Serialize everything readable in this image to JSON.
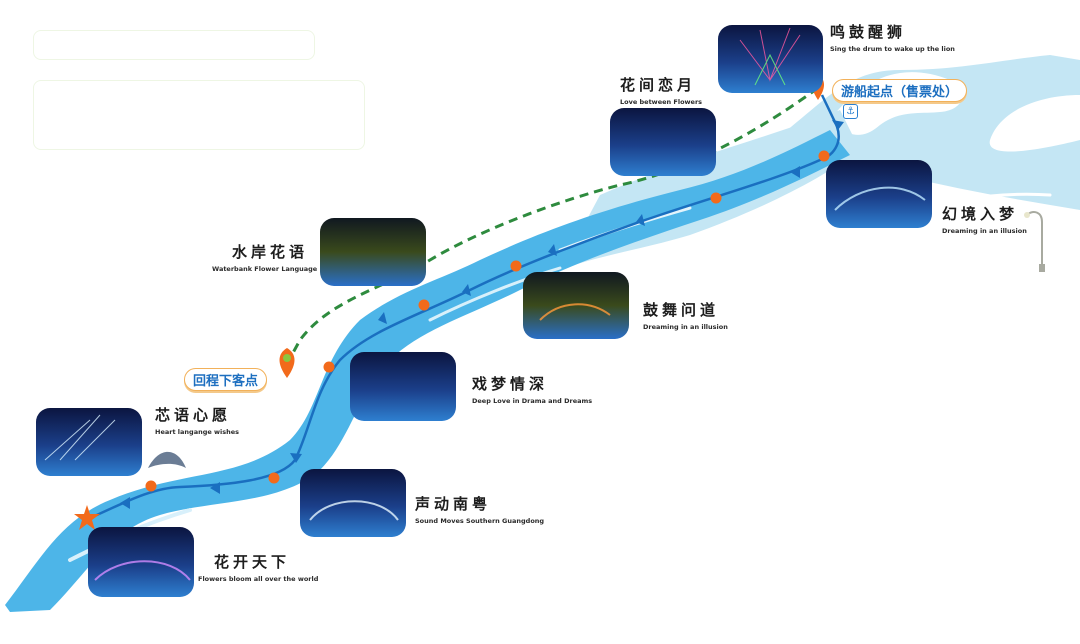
{
  "map_title": "夜游航线图",
  "colors": {
    "river": "#4db5e8",
    "river_light": "#bfe3f2",
    "route": "#1a6fc0",
    "return_route": "#2e8b3e",
    "stop": "#f26a1b",
    "pill_border": "#f2b15a",
    "pill_text": "#1d6fc0"
  },
  "markers": {
    "start": {
      "label": "游船起点（售票处）",
      "icon": "location-pin-icon",
      "sub_icon": "anchor-icon",
      "sub_glyph": "⚓"
    },
    "return_dropoff": {
      "label": "回程下客点",
      "icon": "location-pin-icon"
    },
    "end": {
      "icon": "star-icon"
    }
  },
  "attractions": [
    {
      "zh": "鸣鼓醒狮",
      "en": "Sing the drum to wake up the lion"
    },
    {
      "zh": "花间恋月",
      "en": "Love between Flowers"
    },
    {
      "zh": "幻境入梦",
      "en": "Dreaming in an illusion"
    },
    {
      "zh": "水岸花语",
      "en": "Waterbank Flower Language"
    },
    {
      "zh": "鼓舞问道",
      "en": "Dreaming in an illusion"
    },
    {
      "zh": "戏梦情深",
      "en": "Deep Love in Drama and Dreams"
    },
    {
      "zh": "芯语心愿",
      "en": "Heart langange wishes"
    },
    {
      "zh": "声动南粤",
      "en": "Sound Moves Southern Guangdong"
    },
    {
      "zh": "花开天下",
      "en": "Flowers bloom all over the world"
    }
  ]
}
